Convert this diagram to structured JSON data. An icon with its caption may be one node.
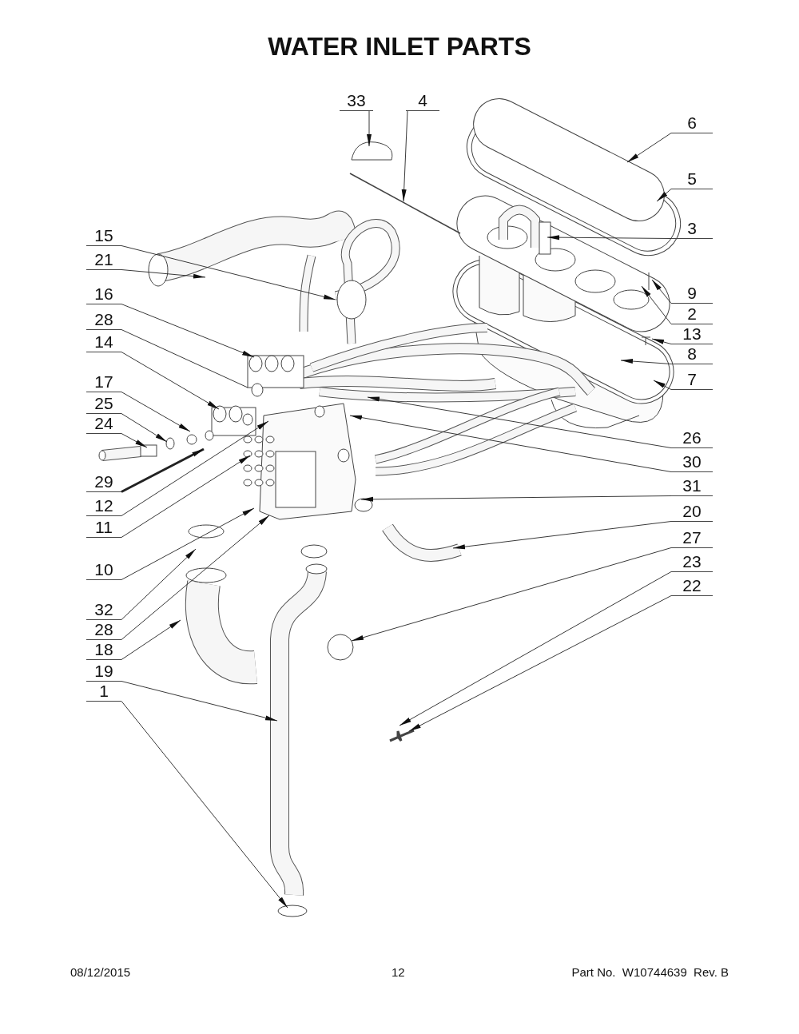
{
  "diagram": {
    "title": "WATER INLET PARTS",
    "nodes": [
      {
        "text": [
          "33"
        ]
      },
      {
        "text": [
          "4"
        ]
      },
      {
        "text": [
          "6"
        ]
      },
      {
        "text": [
          "5"
        ]
      },
      {
        "text": [
          "3"
        ]
      },
      {
        "text": [
          "15"
        ]
      },
      {
        "text": [
          "21"
        ]
      },
      {
        "text": [
          "9"
        ]
      },
      {
        "text": [
          "16"
        ]
      },
      {
        "text": [
          "2"
        ]
      },
      {
        "text": [
          "28"
        ]
      },
      {
        "text": [
          "13"
        ]
      },
      {
        "text": [
          "14"
        ]
      },
      {
        "text": [
          "8"
        ]
      },
      {
        "text": [
          "7"
        ]
      },
      {
        "text": [
          "17"
        ]
      },
      {
        "text": [
          "25"
        ]
      },
      {
        "text": [
          "24"
        ]
      },
      {
        "text": [
          "26"
        ]
      },
      {
        "text": [
          "30"
        ]
      },
      {
        "text": [
          "29"
        ]
      },
      {
        "text": [
          "31"
        ]
      },
      {
        "text": [
          "12"
        ]
      },
      {
        "text": [
          "20"
        ]
      },
      {
        "text": [
          "11"
        ]
      },
      {
        "text": [
          "27"
        ]
      },
      {
        "text": [
          "23"
        ]
      },
      {
        "text": [
          "10"
        ]
      },
      {
        "text": [
          "22"
        ]
      },
      {
        "text": [
          "32"
        ]
      },
      {
        "text": [
          "28"
        ]
      },
      {
        "text": [
          "18"
        ]
      },
      {
        "text": [
          "19"
        ]
      },
      {
        "text": [
          "1"
        ]
      }
    ],
    "edges": [
      {
        "from": 0,
        "to": null,
        "arrow": "to"
      },
      {
        "from": 1,
        "to": null,
        "arrow": "to"
      },
      {
        "from": 2,
        "to": null,
        "arrow": "to"
      },
      {
        "from": 3,
        "to": null,
        "arrow": "to"
      },
      {
        "from": 4,
        "to": null,
        "arrow": "to"
      },
      {
        "from": 5,
        "to": null,
        "arrow": "to"
      },
      {
        "from": 6,
        "to": null,
        "arrow": "to"
      },
      {
        "from": 7,
        "to": null,
        "arrow": "to"
      },
      {
        "from": 8,
        "to": null,
        "arrow": "to"
      },
      {
        "from": 9,
        "to": null,
        "arrow": "to"
      },
      {
        "from": 10,
        "to": null,
        "arrow": "none"
      },
      {
        "from": 11,
        "to": null,
        "arrow": "to"
      },
      {
        "from": 12,
        "to": null,
        "arrow": "to"
      },
      {
        "from": 13,
        "to": null,
        "arrow": "to"
      },
      {
        "from": 14,
        "to": null,
        "arrow": "to"
      },
      {
        "from": 15,
        "to": null,
        "arrow": "to"
      },
      {
        "from": 16,
        "to": null,
        "arrow": "to"
      },
      {
        "from": 17,
        "to": null,
        "arrow": "to"
      },
      {
        "from": 18,
        "to": null,
        "arrow": "to"
      },
      {
        "from": 19,
        "to": null,
        "arrow": "to"
      },
      {
        "from": 20,
        "to": null,
        "arrow": "to",
        "style": "thick"
      },
      {
        "from": 21,
        "to": null,
        "arrow": "to"
      },
      {
        "from": 22,
        "to": null,
        "arrow": "to"
      },
      {
        "from": 23,
        "to": null,
        "arrow": "to"
      },
      {
        "from": 24,
        "to": null,
        "arrow": "to"
      },
      {
        "from": 25,
        "to": null,
        "arrow": "to"
      },
      {
        "from": 26,
        "to": null,
        "arrow": "to"
      },
      {
        "from": 27,
        "to": null,
        "arrow": "to"
      },
      {
        "from": 28,
        "to": null,
        "arrow": "to"
      },
      {
        "from": 29,
        "to": null,
        "arrow": "to"
      },
      {
        "from": 30,
        "to": null,
        "arrow": "to"
      },
      {
        "from": 31,
        "to": null,
        "arrow": "to"
      },
      {
        "from": 32,
        "to": null,
        "arrow": "to"
      },
      {
        "from": 33,
        "to": null,
        "arrow": "to"
      }
    ],
    "labels": [
      "08/12/2015",
      "12",
      "Part No.  W10744639  Rev. B"
    ]
  }
}
